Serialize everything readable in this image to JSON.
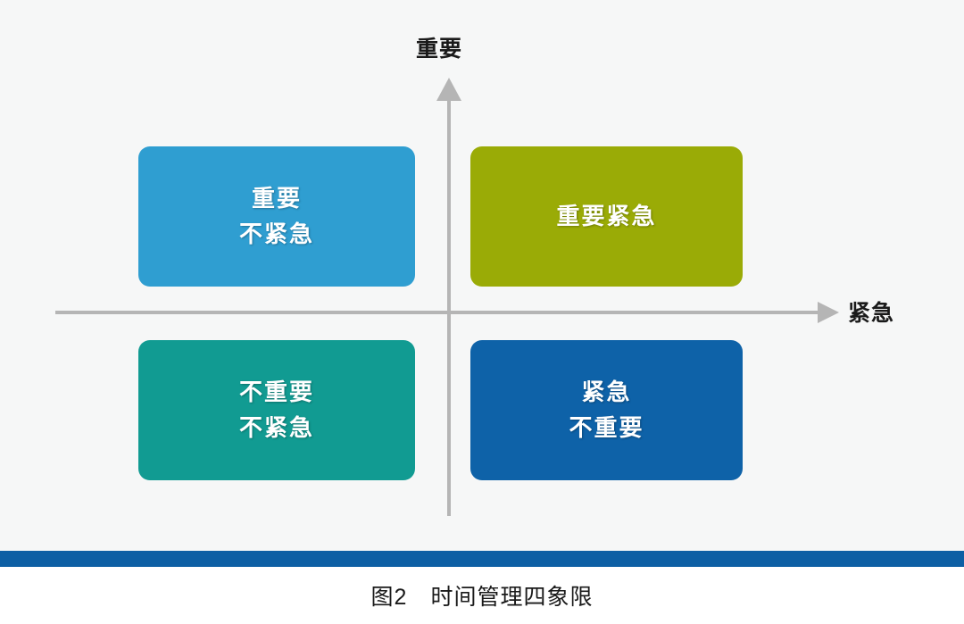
{
  "figure": {
    "caption": "图2　时间管理四象限",
    "caption_label": "图2",
    "caption_title": "时间管理四象限",
    "background_color": "#f6f7f7",
    "footer_rule_color": "#0d5fa4"
  },
  "axes": {
    "vertical": {
      "label": "重要",
      "direction": "up",
      "line_color": "#b5b5b5"
    },
    "horizontal": {
      "label": "紧急",
      "direction": "right",
      "line_color": "#b5b5b5"
    }
  },
  "chart_data": {
    "type": "diagram",
    "subtype": "2x2-matrix",
    "title": "时间管理四象限",
    "xlabel": "紧急",
    "ylabel": "重要",
    "quadrants": [
      {
        "id": "important-noturgent",
        "position": "top-left",
        "lines": [
          "重要",
          "不紧急"
        ],
        "color": "#2f9ed1",
        "shadow_color": "#1f7cac",
        "text_color": "#ffffff"
      },
      {
        "id": "important-urgent",
        "position": "top-right",
        "lines": [
          "重要紧急"
        ],
        "color": "#9aab06",
        "shadow_color": "#7c8a05",
        "text_color": "#ffffff"
      },
      {
        "id": "notimportant-noturgent",
        "position": "bottom-left",
        "lines": [
          "不重要",
          "不紧急"
        ],
        "color": "#119b92",
        "shadow_color": "#0b7b74",
        "text_color": "#ffffff"
      },
      {
        "id": "urgent-notimportant",
        "position": "bottom-right",
        "lines": [
          "紧急",
          "不重要"
        ],
        "color": "#0e62a8",
        "shadow_color": "#0a4b81",
        "text_color": "#ffffff"
      }
    ]
  }
}
